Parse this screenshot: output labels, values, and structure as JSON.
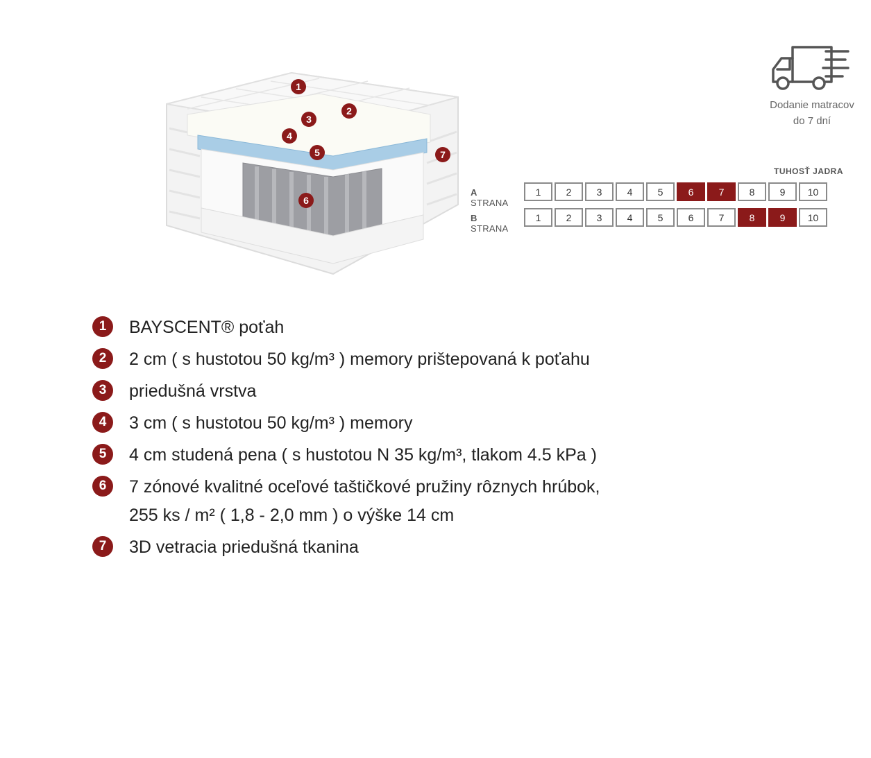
{
  "delivery": {
    "icon": "truck-icon",
    "line1": "Dodanie matracov",
    "line2": "do 7 dní"
  },
  "firmness": {
    "title": "TUHOSŤ JADRA",
    "rows": [
      {
        "prefix": "A",
        "label": "STRANA",
        "highlighted": [
          6,
          7
        ]
      },
      {
        "prefix": "B",
        "label": "STRANA",
        "highlighted": [
          8,
          9
        ]
      }
    ],
    "scale": [
      "1",
      "2",
      "3",
      "4",
      "5",
      "6",
      "7",
      "8",
      "9",
      "10"
    ],
    "highlight_color": "#8b1a1a"
  },
  "diagram_markers": [
    "1",
    "2",
    "3",
    "4",
    "5",
    "6",
    "7"
  ],
  "legend": [
    {
      "num": "1",
      "text": "BAYSCENT® poťah"
    },
    {
      "num": "2",
      "text": "2 cm ( s hustotou 50 kg/m³ ) memory prištepovaná k poťahu"
    },
    {
      "num": "3",
      "text": "priedušná vrstva"
    },
    {
      "num": "4",
      "text": "3 cm ( s hustotou 50 kg/m³ ) memory"
    },
    {
      "num": "5",
      "text": "4 cm studená pena ( s hustotou N 35 kg/m³, tlakom 4.5 kPa )"
    },
    {
      "num": "6",
      "text": "7 zónové kvalitné oceľové taštičkové pružiny rôznych hrúbok,",
      "text2": "255 ks / m² ( 1,8 - 2,0 mm ) o výške 14 cm"
    },
    {
      "num": "7",
      "text": "3D vetracia priedušná tkanina"
    }
  ]
}
